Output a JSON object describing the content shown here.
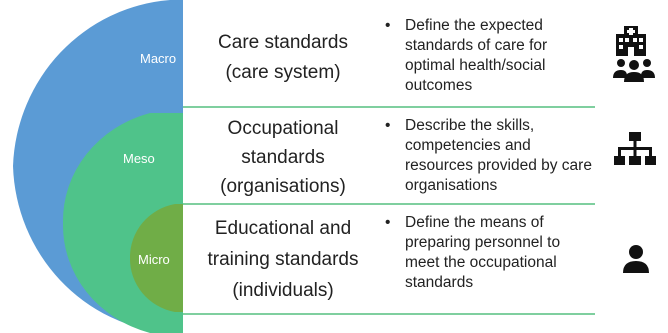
{
  "levels": {
    "macro": {
      "label": "Macro",
      "title_line1": "Care standards",
      "title_line2": "(care system)",
      "description": "Define the expected standards of care for optimal health/social outcomes",
      "icon": "hospital-and-people-icon"
    },
    "meso": {
      "label": "Meso",
      "title_line1": "Occupational",
      "title_line2": "standards",
      "title_line3": "(organisations)",
      "description": "Describe the skills, competencies and resources provided by care organisations",
      "icon": "org-chart-icon"
    },
    "micro": {
      "label": "Micro",
      "title_line1": "Educational and",
      "title_line2": "training standards",
      "title_line3": "(individuals)",
      "description": "Define the means of preparing personnel to meet the occupational standards",
      "icon": "person-icon"
    }
  },
  "bullet_char": "•",
  "colors": {
    "macro": "#5b9bd5",
    "meso": "#4fc38a",
    "micro": "#70ad47",
    "row_border": "#7fcf9f",
    "icon": "#111111"
  }
}
